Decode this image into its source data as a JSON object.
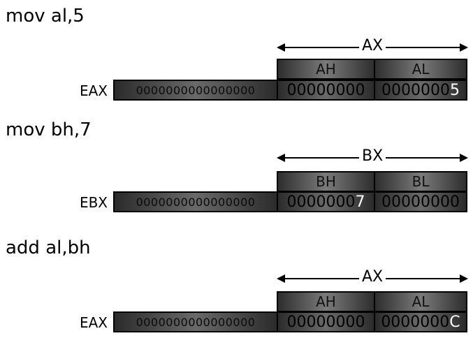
{
  "blocks": [
    {
      "instruction": "mov al,5",
      "span_label": "AX",
      "register": "EAX",
      "high_label": "AH",
      "low_label": "AL",
      "upper_bits": "0000000000000000",
      "high_bits": "00000000",
      "high_tail": "",
      "low_bits": "0000000",
      "low_tail": "5"
    },
    {
      "instruction": "mov bh,7",
      "span_label": "BX",
      "register": "EBX",
      "high_label": "BH",
      "low_label": "BL",
      "upper_bits": "0000000000000000",
      "high_bits": "0000000",
      "high_tail": "7",
      "low_bits": "00000000",
      "low_tail": ""
    },
    {
      "instruction": "add al,bh",
      "span_label": "AX",
      "register": "EAX",
      "high_label": "AH",
      "low_label": "AL",
      "upper_bits": "0000000000000000",
      "high_bits": "00000000",
      "high_tail": "",
      "low_bits": "0000000",
      "low_tail": "C"
    }
  ]
}
